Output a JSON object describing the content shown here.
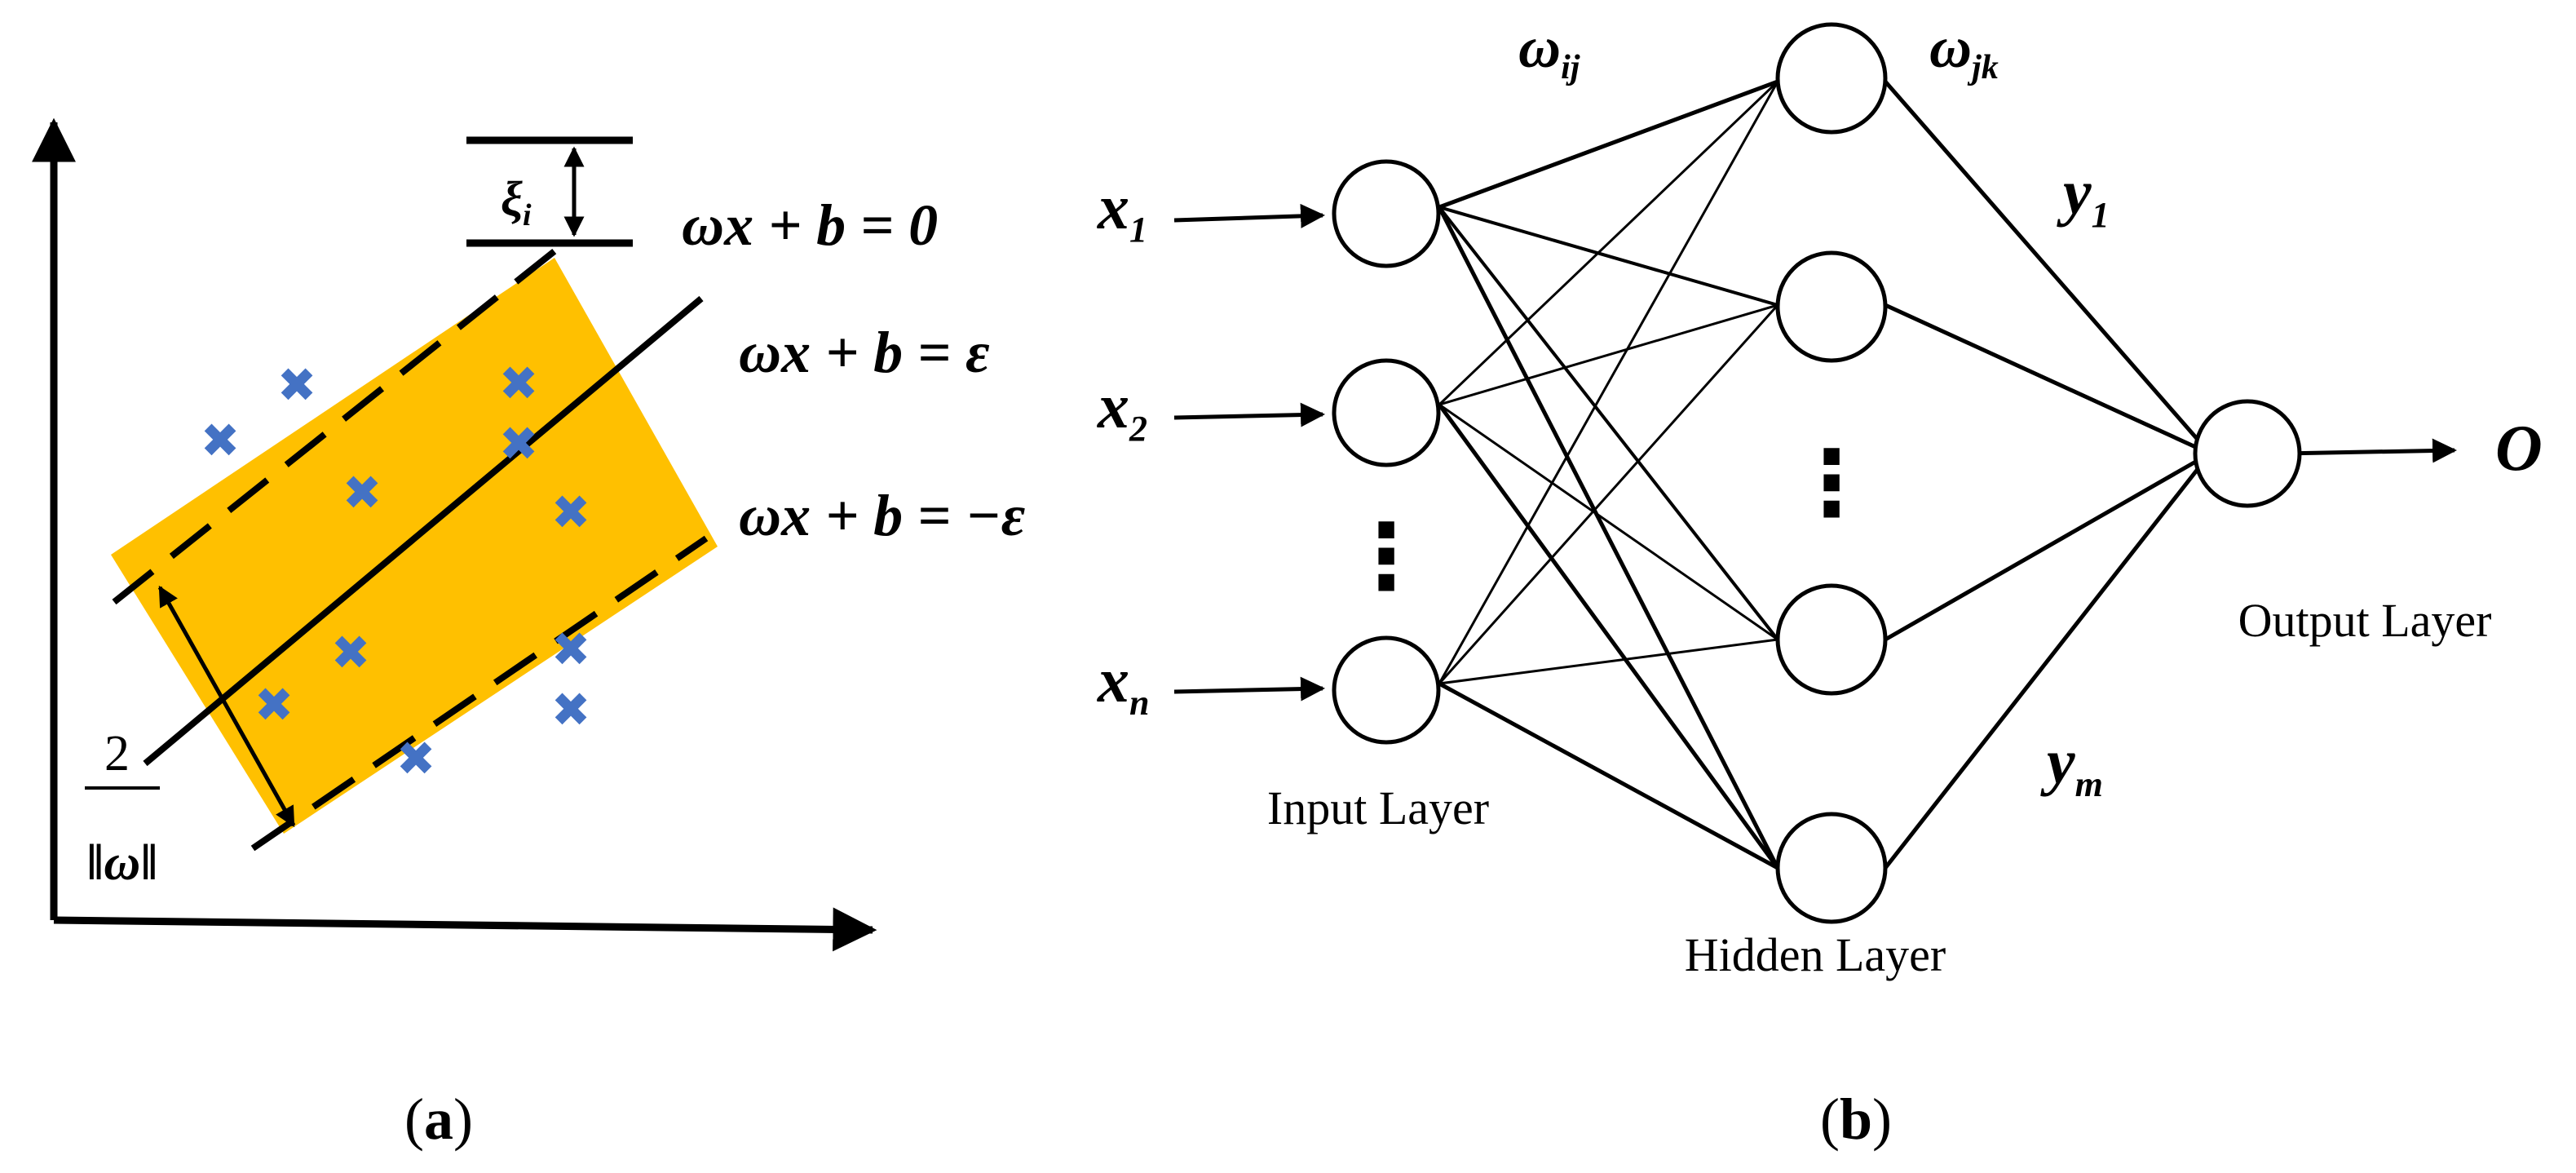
{
  "panel_a": {
    "caption_open": "(",
    "caption_letter": "a",
    "caption_close": ")",
    "eq_zero": "ωx + b = 0",
    "eq_eps": "ωx + b = ε",
    "eq_neg_eps": "ωx + b = −ε",
    "xi_symbol": "ξ",
    "xi_subscript": "i",
    "margin_numerator": "2",
    "margin_denominator": "‖ω‖",
    "band_color": "#FFC000",
    "marker_color": "#4472C4",
    "marker_glyph": "✖"
  },
  "panel_b": {
    "caption_open": "(",
    "caption_letter": "b",
    "caption_close": ")",
    "w_ij_base": "ω",
    "w_ij_sub": "ij",
    "w_jk_base": "ω",
    "w_jk_sub": "jk",
    "x1_base": "x",
    "x1_sub": "1",
    "x2_base": "x",
    "x2_sub": "2",
    "xn_base": "x",
    "xn_sub": "n",
    "y1_base": "y",
    "y1_sub": "1",
    "ym_base": "y",
    "ym_sub": "m",
    "output_symbol": "O",
    "input_layer_label": "Input Layer",
    "hidden_layer_label": "Hidden Layer",
    "output_layer_label": "Output Layer",
    "vertical_ellipsis": "⋮"
  }
}
